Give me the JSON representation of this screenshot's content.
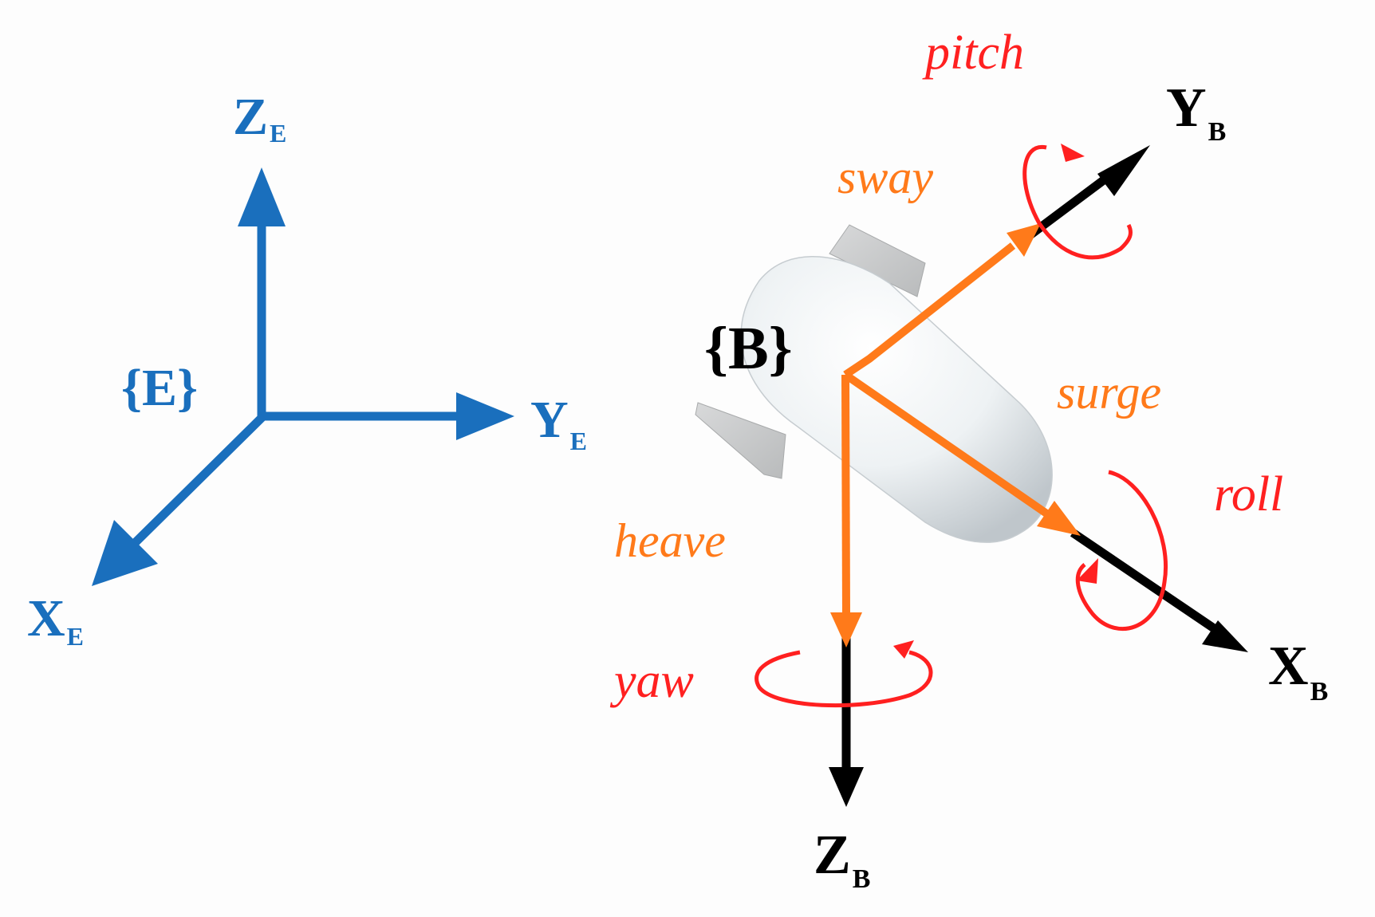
{
  "colors": {
    "earth_frame": "#1a6fbd",
    "body_axes": "#000000",
    "translation_arrows": "#ff7a1a",
    "rotation_arrows": "#ff2020",
    "vehicle": "#e7ecef",
    "fins": "#c9cbcc"
  },
  "earth_frame": {
    "frame_label": "{E}",
    "z_axis": {
      "letter": "Z",
      "subscript": "E"
    },
    "y_axis": {
      "letter": "Y",
      "subscript": "E"
    },
    "x_axis": {
      "letter": "X",
      "subscript": "E"
    }
  },
  "body_frame": {
    "frame_label": "{B}",
    "y_axis": {
      "letter": "Y",
      "subscript": "B"
    },
    "x_axis": {
      "letter": "X",
      "subscript": "B"
    },
    "z_axis": {
      "letter": "Z",
      "subscript": "B"
    }
  },
  "motions": {
    "translations": {
      "surge": "surge",
      "sway": "sway",
      "heave": "heave"
    },
    "rotations": {
      "roll": "roll",
      "pitch": "pitch",
      "yaw": "yaw"
    }
  }
}
